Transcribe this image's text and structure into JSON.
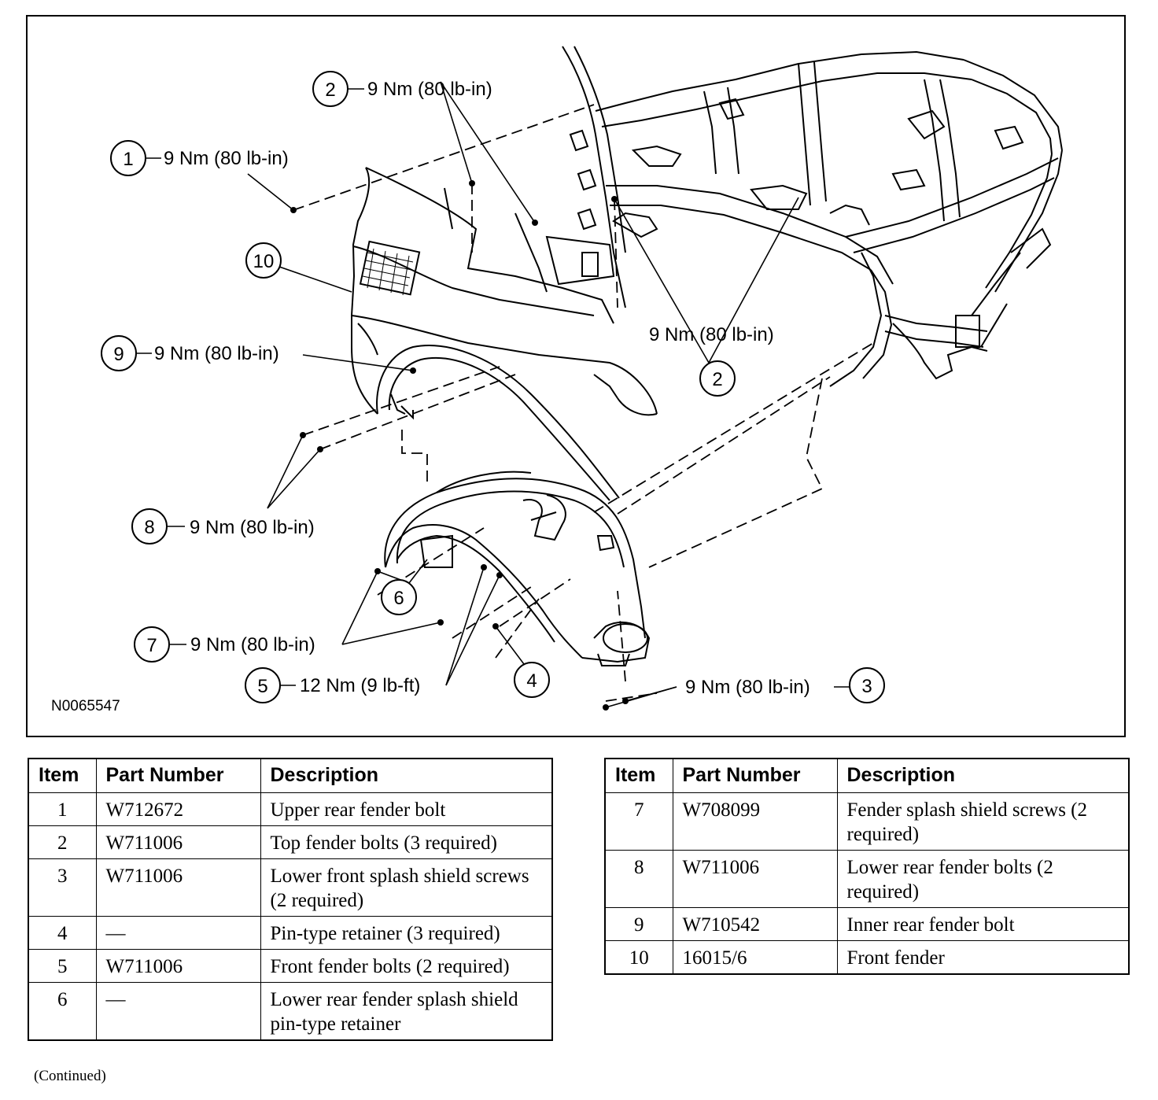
{
  "figure": {
    "figure_id": "N0065547",
    "callouts": [
      {
        "num": "1",
        "torque": "9 Nm (80 lb-in)"
      },
      {
        "num": "2",
        "torque": "9 Nm (80 lb-in)"
      },
      {
        "num": "10",
        "torque": ""
      },
      {
        "num": "9",
        "torque": "9 Nm (80 lb-in)"
      },
      {
        "num": "2",
        "torque": "9 Nm (80 lb-in)"
      },
      {
        "num": "8",
        "torque": "9 Nm (80 lb-in)"
      },
      {
        "num": "6",
        "torque": ""
      },
      {
        "num": "7",
        "torque": "9 Nm (80 lb-in)"
      },
      {
        "num": "5",
        "torque": "12 Nm (9 lb-ft)"
      },
      {
        "num": "4",
        "torque": ""
      },
      {
        "num": "3",
        "torque": "9 Nm (80 lb-in)"
      }
    ]
  },
  "table": {
    "headers": {
      "item": "Item",
      "part_number": "Part Number",
      "description": "Description"
    },
    "left_rows": [
      {
        "item": "1",
        "part": "W712672",
        "desc": "Upper rear fender bolt"
      },
      {
        "item": "2",
        "part": "W711006",
        "desc": "Top fender bolts (3 required)"
      },
      {
        "item": "3",
        "part": "W711006",
        "desc": "Lower front splash shield screws (2 required)"
      },
      {
        "item": "4",
        "part": "—",
        "desc": "Pin-type retainer (3 required)"
      },
      {
        "item": "5",
        "part": "W711006",
        "desc": "Front fender bolts (2 required)"
      },
      {
        "item": "6",
        "part": "—",
        "desc": "Lower rear fender splash shield pin-type retainer"
      }
    ],
    "right_rows": [
      {
        "item": "7",
        "part": "W708099",
        "desc": "Fender splash shield screws (2 required)"
      },
      {
        "item": "8",
        "part": "W711006",
        "desc": "Lower rear fender bolts (2 required)"
      },
      {
        "item": "9",
        "part": "W710542",
        "desc": "Inner rear fender bolt"
      },
      {
        "item": "10",
        "part": "16015/6",
        "desc": "Front fender"
      }
    ],
    "continued": "(Continued)"
  }
}
